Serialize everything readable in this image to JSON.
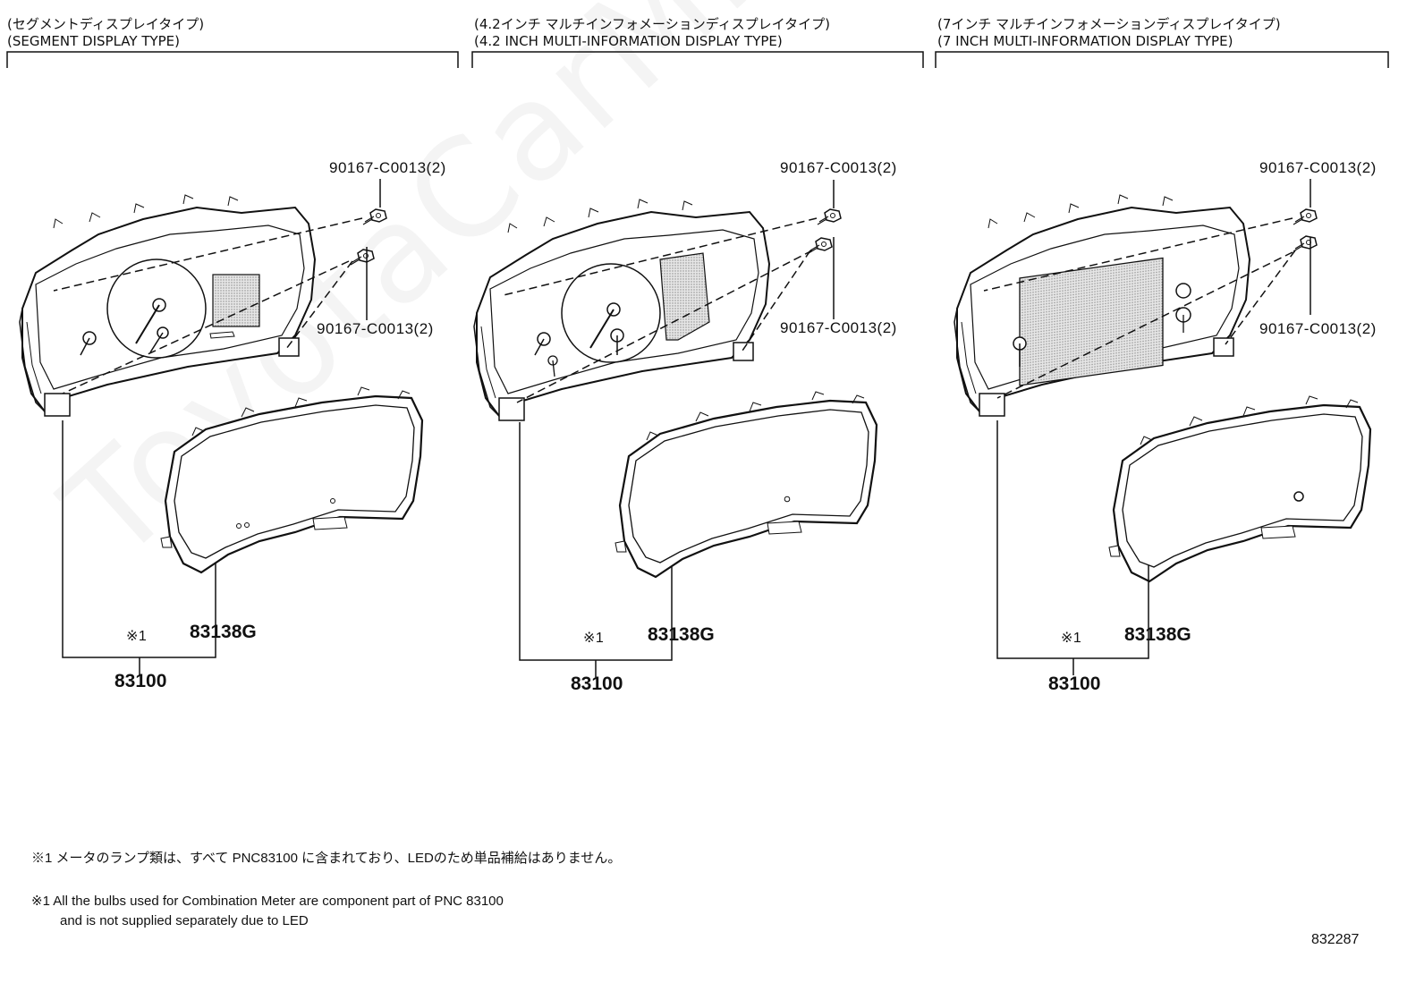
{
  "sections": [
    {
      "title_jp": "(セグメントディスプレイタイプ)",
      "title_en": "(SEGMENT DISPLAY TYPE)",
      "screw_top": "90167-C0013(2)",
      "screw_side": "90167-C0013(2)",
      "note_mark": "※1",
      "glass_part": "83138G",
      "meter_part": "83100"
    },
    {
      "title_jp": "(4.2インチ マルチインフォメーションディスプレイタイプ)",
      "title_en": "(4.2 INCH MULTI-INFORMATION DISPLAY TYPE)",
      "screw_top": "90167-C0013(2)",
      "screw_side": "90167-C0013(2)",
      "note_mark": "※1",
      "glass_part": "83138G",
      "meter_part": "83100"
    },
    {
      "title_jp": "(7インチ マルチインフォメーションディスプレイタイプ)",
      "title_en": "(7 INCH MULTI-INFORMATION DISPLAY TYPE)",
      "screw_top": "90167-C0013(2)",
      "screw_side": "90167-C0013(2)",
      "note_mark": "※1",
      "glass_part": "83138G",
      "meter_part": "83100"
    }
  ],
  "footnotes": {
    "jp": "※1 メータのランプ類は、すべて PNC83100 に含まれており、LEDのため単品補給はありません。",
    "en_line1": "※1 All the bulbs used for Combination Meter are component part of PNC 83100",
    "en_line2": "and is not supplied separately due to LED"
  },
  "illustration_number": "832287",
  "watermark": "ToyotaCarMine.ru"
}
